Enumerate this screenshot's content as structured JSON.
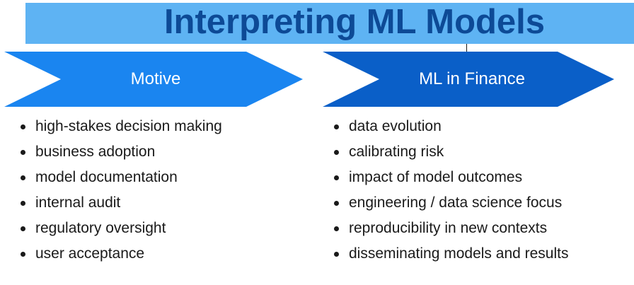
{
  "title": "Interpreting ML Models",
  "colors": {
    "banner": "#5eb3f3",
    "title_text": "#0d4a96",
    "chevron_left": "#1a85f0",
    "chevron_right": "#0a5fc8",
    "bullet_text": "#1a1a1a"
  },
  "left": {
    "heading": "Motive",
    "items": [
      "high-stakes decision making",
      "business adoption",
      "model documentation",
      "internal audit",
      "regulatory oversight",
      "user acceptance"
    ]
  },
  "right": {
    "heading": "ML in Finance",
    "items": [
      "data evolution",
      "calibrating risk",
      "impact of model outcomes",
      "engineering / data science focus",
      "reproducibility in new contexts",
      "disseminating models and results"
    ]
  }
}
